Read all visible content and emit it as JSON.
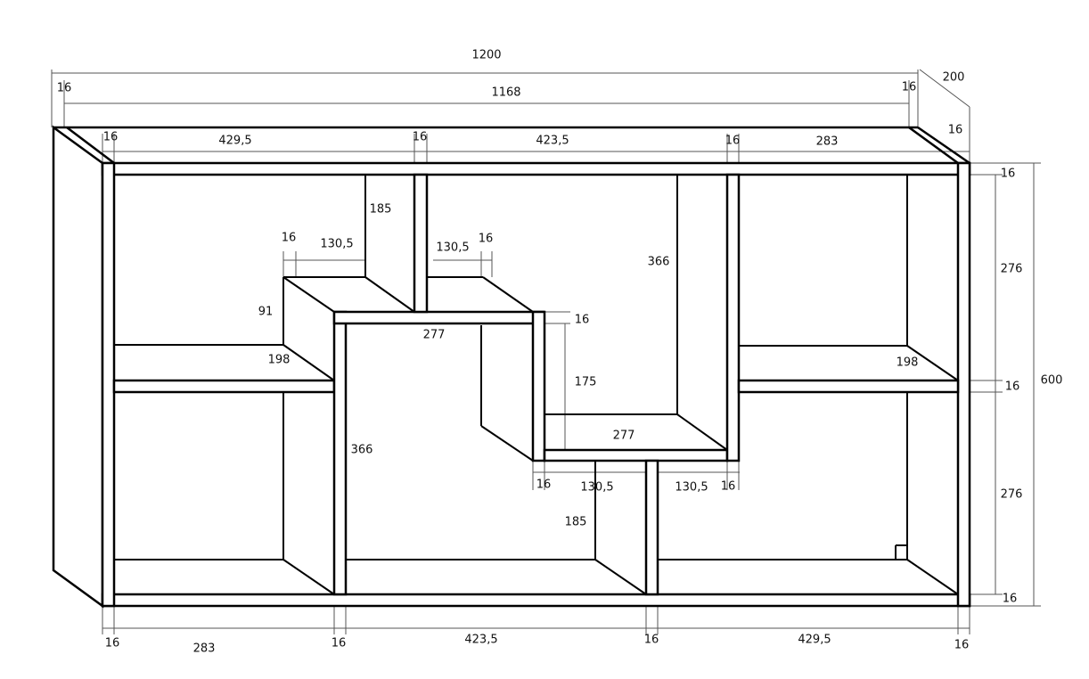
{
  "drawing": {
    "type": "shelf technical drawing",
    "line_color": "#000000",
    "dimension_color": "#555555"
  },
  "labels": [
    "1200",
    "16",
    "1168",
    "16",
    "200",
    "16",
    "429,5",
    "16",
    "423,5",
    "16",
    "283",
    "16",
    "16",
    "276",
    "600",
    "16",
    "276",
    "16",
    "185",
    "16",
    "130,5",
    "130,5",
    "16",
    "366",
    "91",
    "16",
    "277",
    "198",
    "198",
    "175",
    "277",
    "366",
    "16",
    "130,5",
    "130,5",
    "16",
    "185",
    "16",
    "283",
    "16",
    "423,5",
    "16",
    "429,5",
    "16"
  ]
}
